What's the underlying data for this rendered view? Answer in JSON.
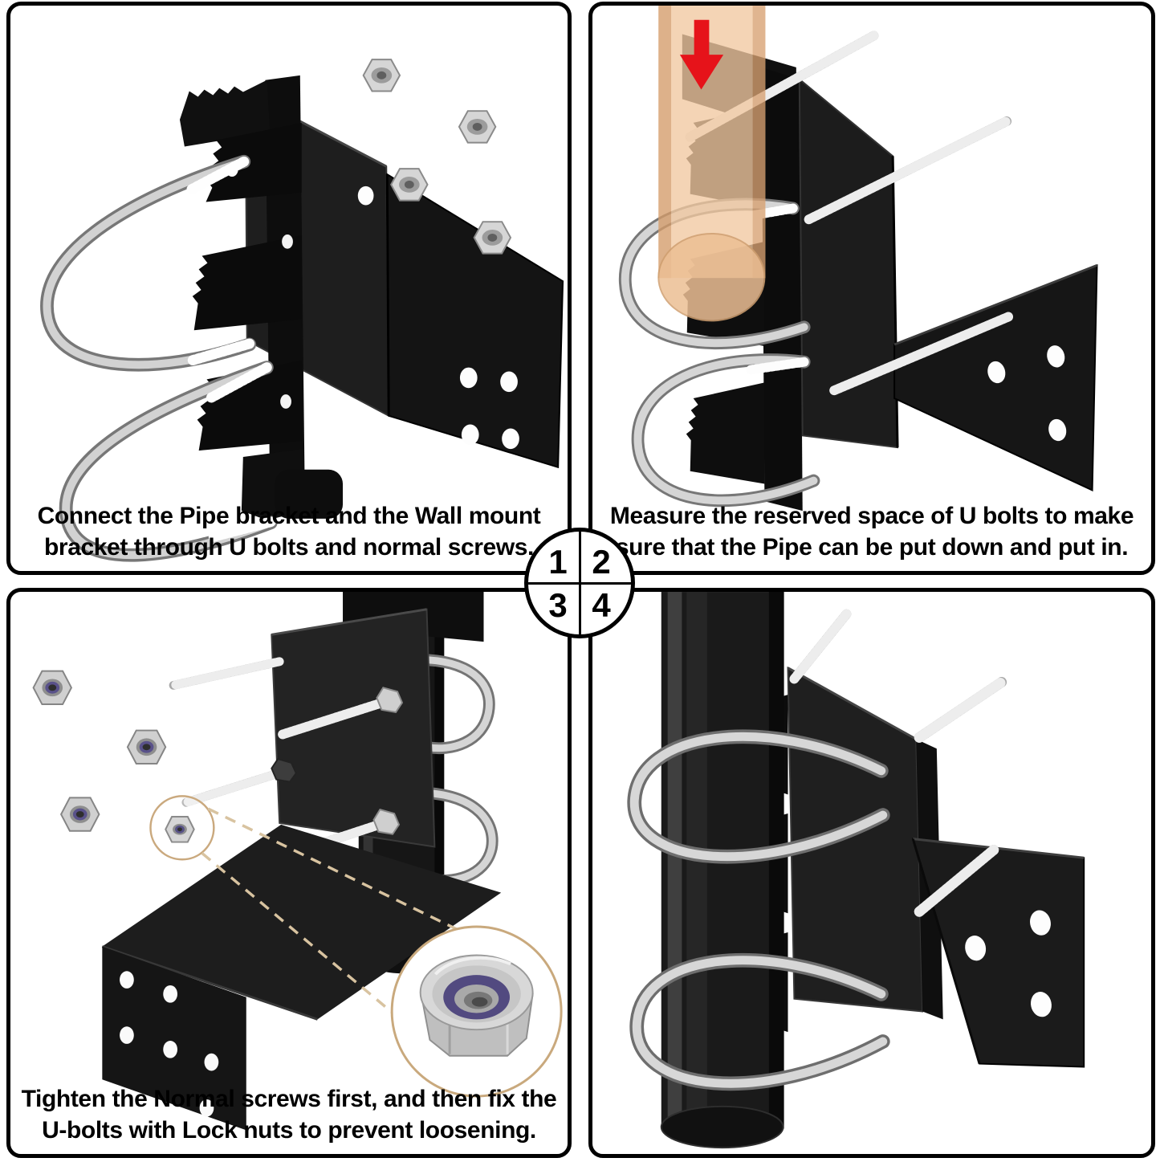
{
  "steps": [
    "1",
    "2",
    "3",
    "4"
  ],
  "panels": [
    {
      "caption": [
        "Connect the Pipe bracket and the Wall mount",
        "bracket through U bolts and normal screws."
      ]
    },
    {
      "caption": [
        "Measure the reserved space of U bolts to make",
        "sure that the Pipe can be put down and put in."
      ]
    },
    {
      "caption": [
        "Tighten the Normal screws first, and then fix the",
        "U-bolts with Lock nuts to prevent loosening."
      ]
    },
    {
      "caption": []
    }
  ],
  "colors": {
    "background": "#ffffff",
    "panel_border": "#000000",
    "caption_text": "#000000",
    "bracket_black": "#1c1c1c",
    "pipe_black": "#1a1a1a",
    "metal_silver_light": "#d5d5d5",
    "metal_silver_dark": "#777777",
    "pipe_orange_translucent": "#f2c9a1",
    "arrow_red": "#e6131a",
    "locknut_nylon_purple": "#524a80",
    "highlight_circle_tan": "#c9a97d"
  }
}
